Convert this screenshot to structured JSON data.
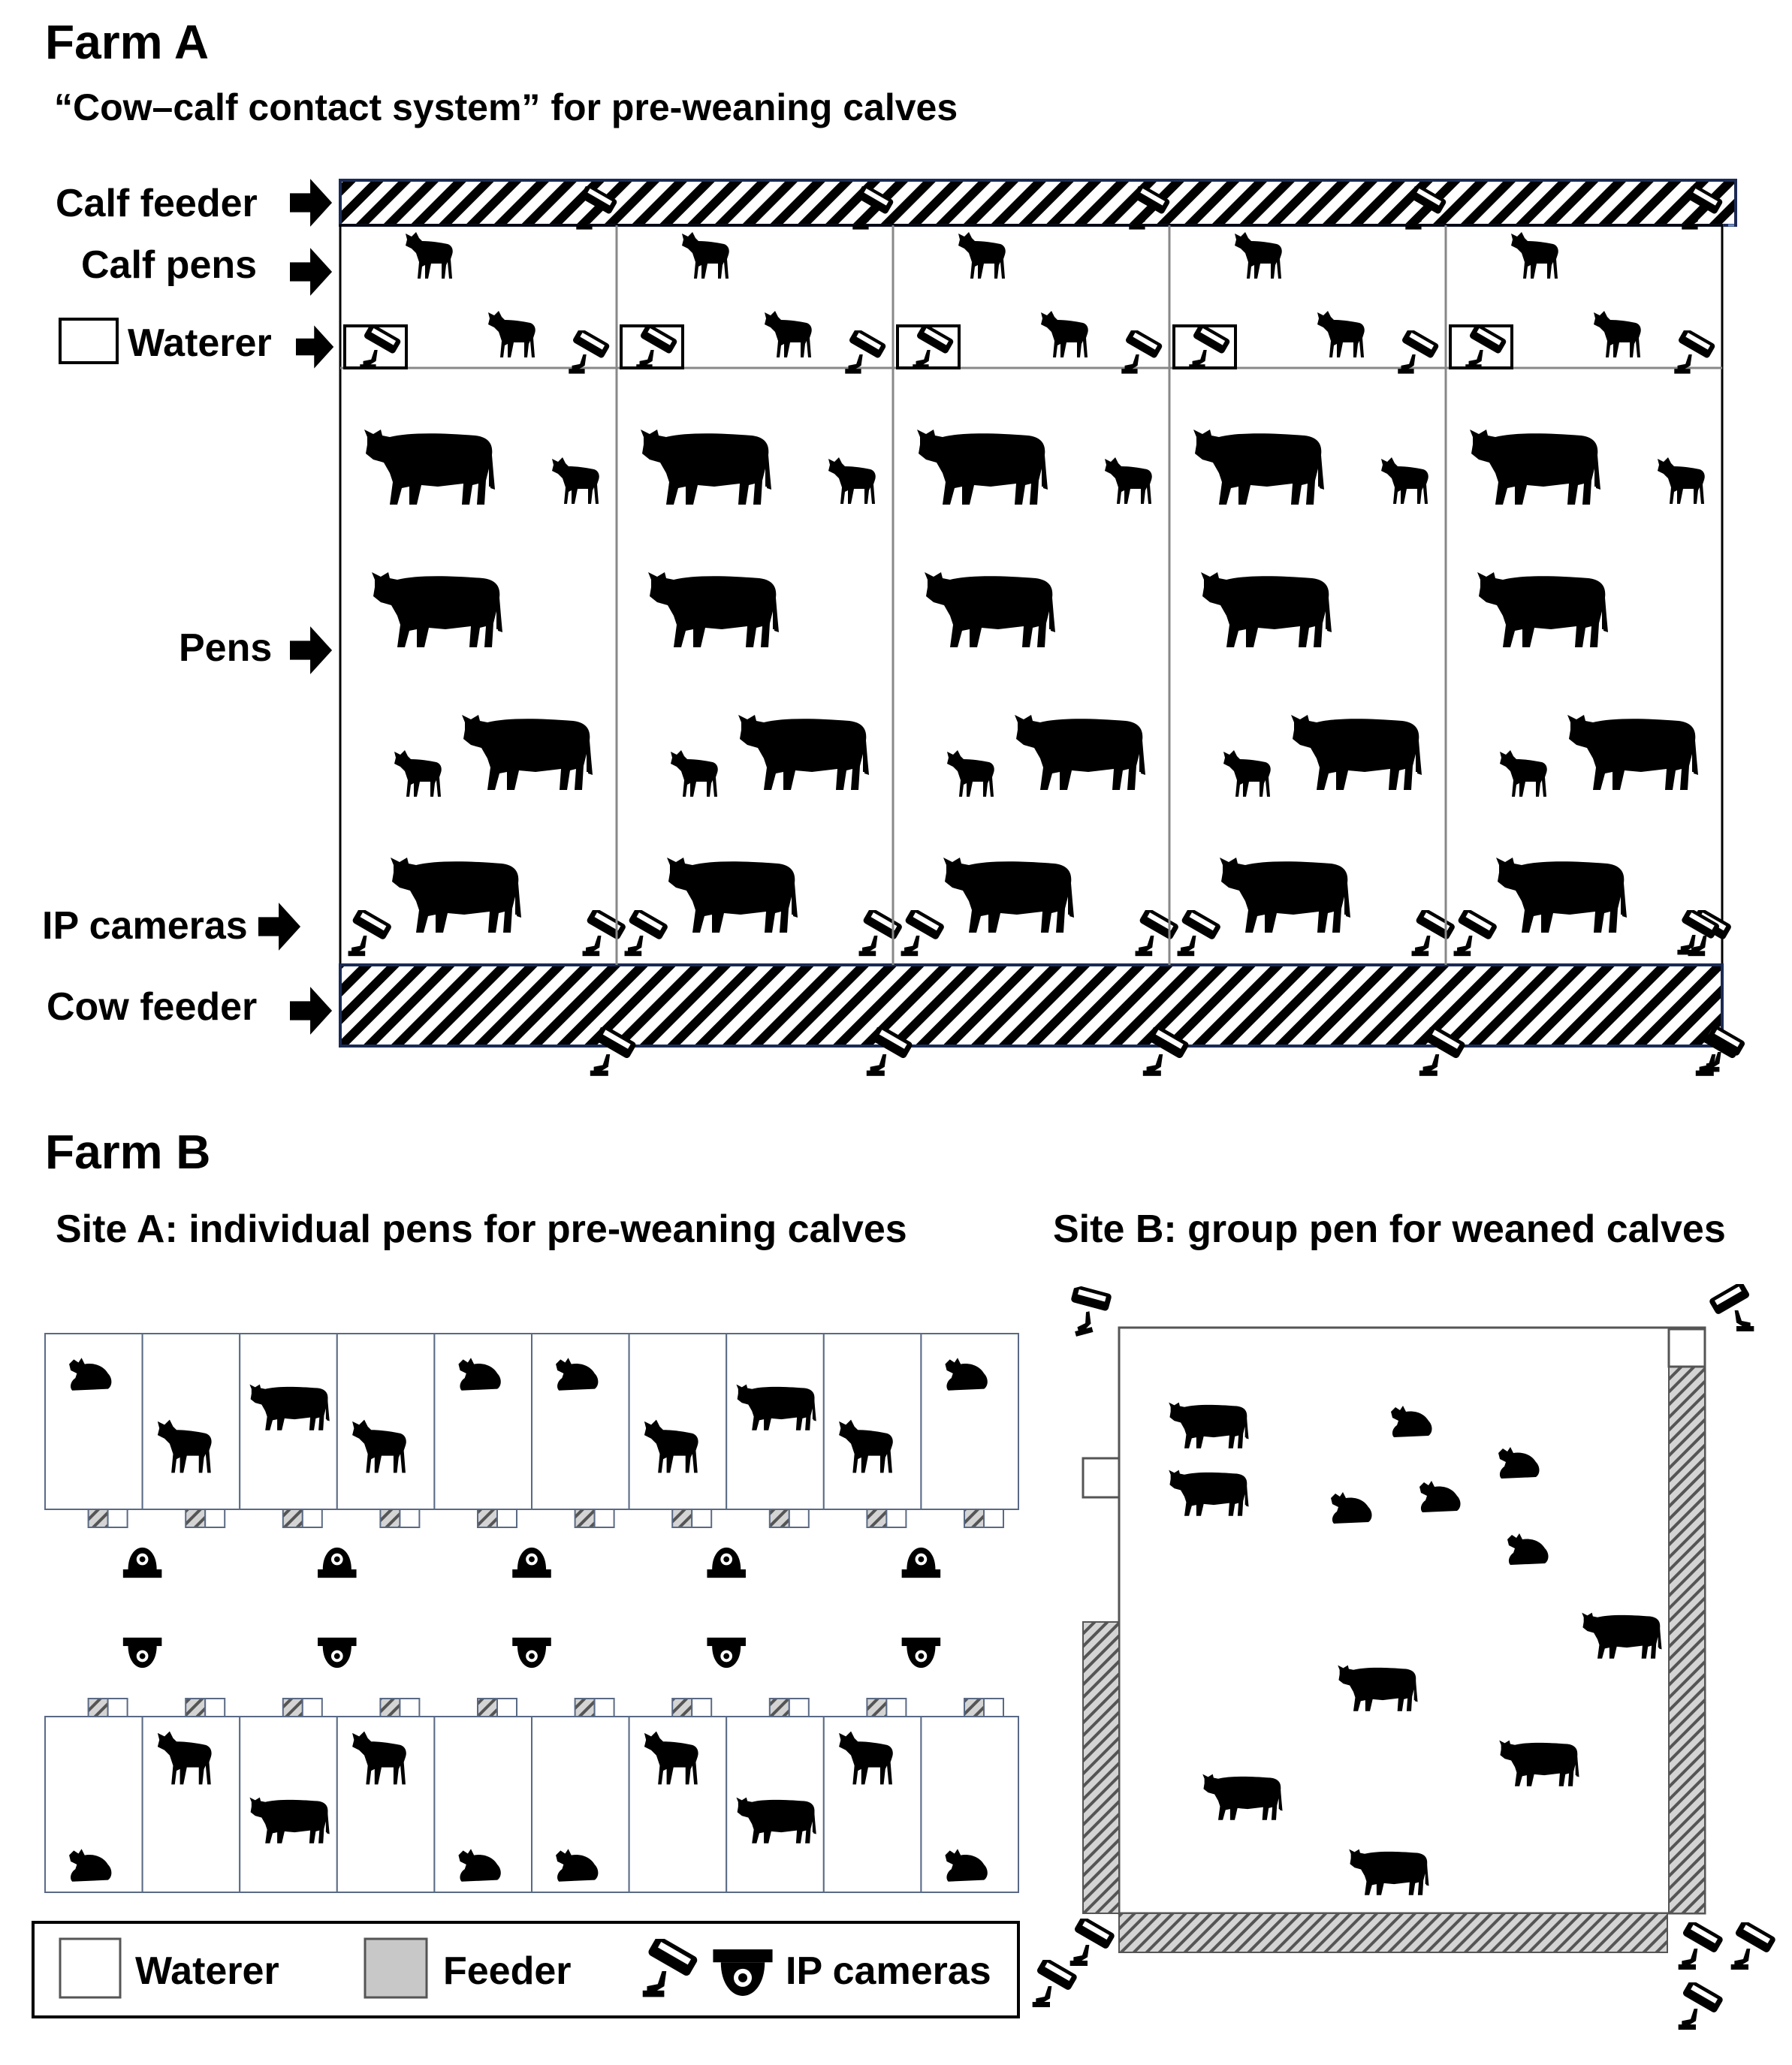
{
  "farm_a": {
    "title": "Farm A",
    "subtitle": "“Cow–calf contact system” for pre-weaning calves",
    "labels": {
      "calf_feeder": "Calf feeder",
      "calf_pens": "Calf pens",
      "waterer": "Waterer",
      "pens": "Pens",
      "ip_cameras": "IP cameras",
      "cow_feeder": "Cow feeder"
    },
    "pen_count": 5
  },
  "farm_b": {
    "title": "Farm B",
    "site_a": {
      "title": "Site A: individual pens for pre-weaning calves",
      "pens_per_row": 10,
      "camera_pairs": 5
    },
    "site_b": {
      "title": "Site B: group pen for weaned calves"
    },
    "legend": {
      "waterer": "Waterer",
      "feeder": "Feeder",
      "ip_cameras": "IP cameras"
    }
  },
  "icons": [
    "cow-icon",
    "calf-icon",
    "lying-calf-icon",
    "ip-camera-icon",
    "dome-camera-icon",
    "arrow-icon"
  ],
  "colors": {
    "ink": "#000000",
    "pen_border": "#5a6a85",
    "feeder_hatch": "#000000",
    "feeder_fill_b": "#c8c8c8"
  }
}
